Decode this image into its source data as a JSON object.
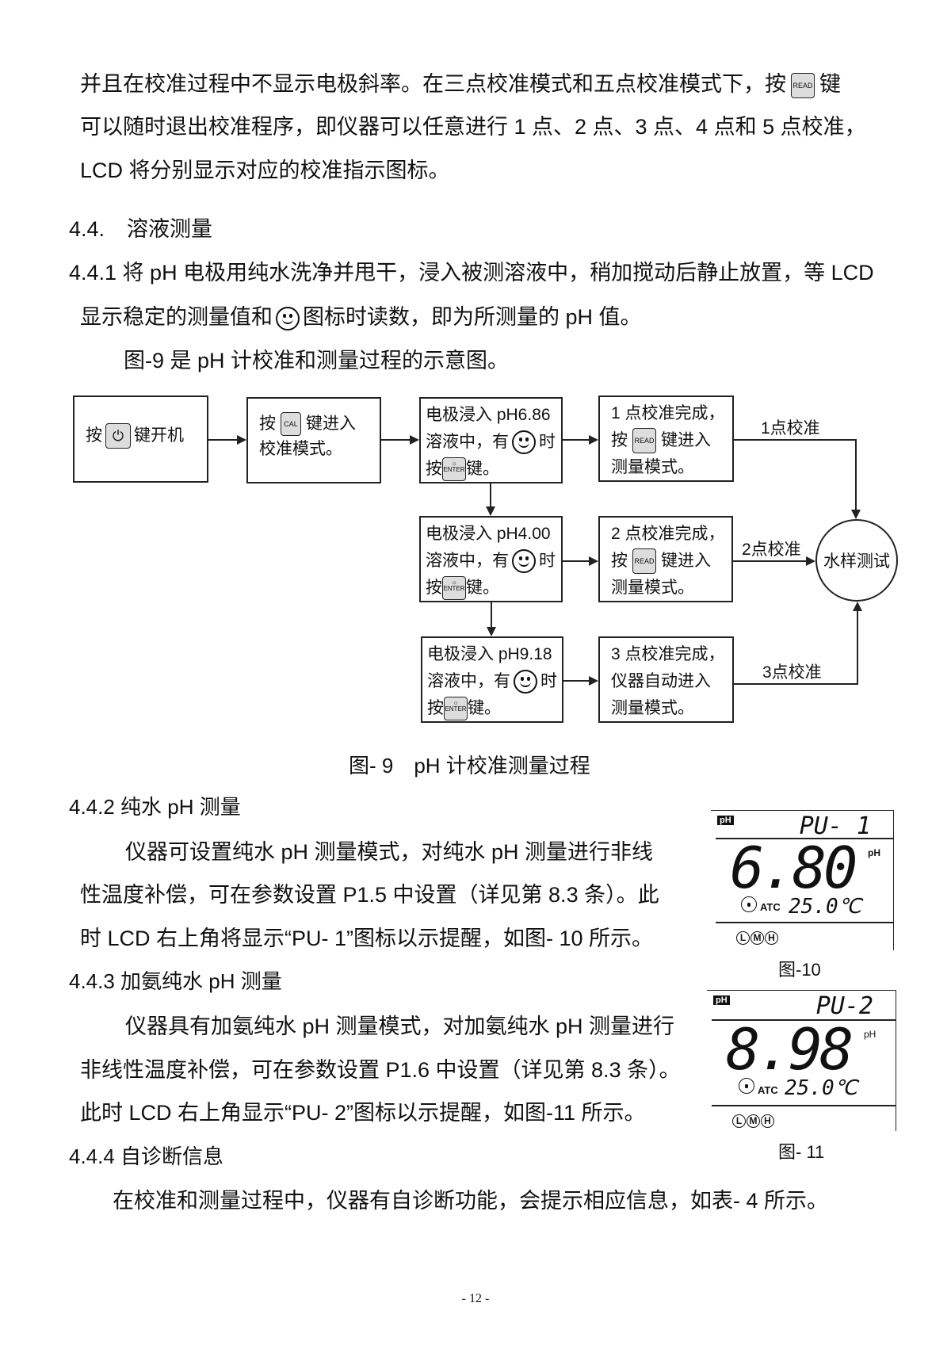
{
  "intro": {
    "l1a": "并且在校准过程中不显示电极斜率。在三点校准模式和五点校准模式下，按",
    "l1key": "READ",
    "l1b": "键",
    "l2": "可以随时退出校准程序，即仪器可以任意进行 1 点、2 点、3 点、4 点和 5 点校准，",
    "l3": "LCD 将分别显示对应的校准指示图标。"
  },
  "s44": {
    "num": "4.4.",
    "title": "溶液测量"
  },
  "s441": {
    "l1": "4.4.1 将 pH 电极用纯水洗净并甩干，浸入被测溶液中，稍加搅动后静止放置，等 LCD",
    "l2a": "显示稳定的测量值和",
    "l2b": "图标时读数，即为所测量的 pH 值。",
    "l3": "图-9 是 pH 计校准和测量过程的示意图。"
  },
  "flow": {
    "b1a": "按",
    "b1key": "⏻",
    "b1b": "键开机",
    "b2a": "按",
    "b2key": "CAL",
    "b2b": "键进入",
    "b2c": "校准模式。",
    "rows": [
      {
        "a": "电极浸入 pH6.86",
        "b": "溶液中，有",
        "c": "时",
        "d": "按",
        "e": "键。",
        "r1": "1 点校准完成，",
        "r2a": "按",
        "r2key": "READ",
        "r2b": "键进入",
        "r3": "测量模式。",
        "lbl": "1点校准"
      },
      {
        "a": "电极浸入 pH4.00",
        "b": "溶液中，有",
        "c": "时",
        "d": "按",
        "e": "键。",
        "r1": "2 点校准完成，",
        "r2a": "按",
        "r2key": "READ",
        "r2b": "键进入",
        "r3": "测量模式。",
        "lbl": "2点校准"
      },
      {
        "a": "电极浸入  pH9.18",
        "b": "溶液中，有",
        "c": "时",
        "d": "按",
        "e": "键。",
        "r1": "3 点校准完成，",
        "r2a": "仪器自动进入",
        "r2key": "",
        "r2b": "",
        "r3": "测量模式。",
        "lbl": "3点校准"
      }
    ],
    "enter": "ENTER",
    "sun": "☼",
    "circle": "水样测试",
    "caption": "图- 9　pH 计校准测量过程"
  },
  "s442": {
    "title": "4.4.2  纯水 pH 测量",
    "l1": "仪器可设置纯水 pH 测量模式，对纯水 pH 测量进行非线",
    "l2": "性温度补偿，可在参数设置 P1.5 中设置（详见第 8.3 条）。此",
    "l3": "时 LCD 右上角将显示“PU- 1”图标以示提醒，如图- 10 所示。"
  },
  "s443": {
    "title": "4.4.3  加氨纯水 pH 测量",
    "l1": "仪器具有加氨纯水 pH 测量模式，对加氨纯水 pH 测量进行",
    "l2": "非线性温度补偿，可在参数设置 P1.6 中设置（详见第 8.3 条）。",
    "l3": "此时 LCD 右上角显示“PU- 2”图标以示提醒，如图-11 所示。"
  },
  "s444": {
    "title": "4.4.4  自诊断信息",
    "l1": "在校准和测量过程中，仪器有自诊断功能，会提示相应信息，如表- 4 所示。"
  },
  "lcds": [
    {
      "tag": "pH",
      "mode": "PU- 1",
      "value": "6.80",
      "unit": "pH",
      "atc": "ATC",
      "temp": "25.0℃",
      "l": "L",
      "m": "M",
      "h": "H",
      "caption": "图-10"
    },
    {
      "tag": "pH",
      "mode": "PU-2",
      "value": "8.98",
      "unit": "pH",
      "atc": "ATC",
      "temp": "25.0℃",
      "l": "L",
      "m": "M",
      "h": "H",
      "caption": "图- 11"
    }
  ],
  "page_number": "- 12 -"
}
